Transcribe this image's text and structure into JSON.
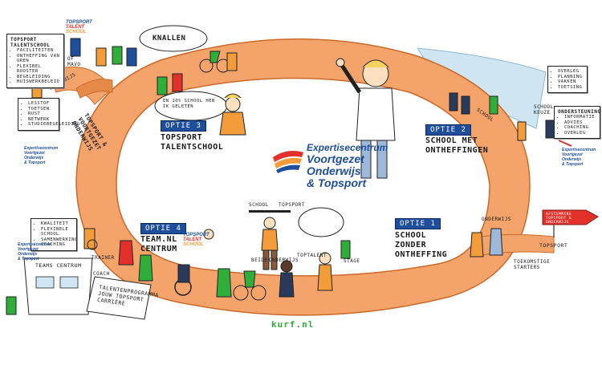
{
  "center_logo": {
    "line1": "Expertisecentrum",
    "line2": "Voortgezet",
    "line3": "Onderwijs",
    "line4": "& Topsport"
  },
  "mini_logo": {
    "line1": "Expertisecentrum",
    "line2": "Voortgezet",
    "line3": "Onderwijs",
    "line4": "& Topsport"
  },
  "topsport_logo": {
    "line1": "TOPSPORT",
    "line2": "TALENT",
    "line3": "SCHOOL"
  },
  "options": {
    "opt1_tag": "Optie 1",
    "opt1_text": "School zonder ontheffing",
    "opt2_tag": "Optie 2",
    "opt2_text": "School met ontheffingen",
    "opt3_tag": "Optie 3",
    "opt3_text": "Topsport talentschool",
    "opt4_tag": "Optie 4",
    "opt4_text": "Team.nl centrum"
  },
  "track_labels": {
    "knallen": "Knallen",
    "speech": "En 10% school heb ik geleten",
    "voortgezet": "Topsport & voortgezet onderwijs",
    "po_mavo": "Of mavo",
    "onderwijs_left": "Onderwijs",
    "school": "School",
    "topsport": "Topsport",
    "beide": "Beide",
    "onderwijs_bottom": "Onderwijs",
    "onderwijs_right": "Onderwijs",
    "topsport_right": "Topsport",
    "sign_right": "Afstemming topsport & onderwijs",
    "toekomst": "Toekomstige starters",
    "school_right": "School",
    "teams_centrum": "Teams centrum",
    "talent_prog": "Talentenprogramma jouw topsport carrière",
    "trainer": "Trainer",
    "coach": "Coach",
    "school_keuze": "School keuze",
    "tt_a": "Toptalent",
    "tt_b": "Stage"
  },
  "notes": {
    "topleft_header": "Topsport talentschool",
    "topleft_items": [
      "Faciliteiten",
      "Ontheffing van uren",
      "Flexibel rooster",
      "Begeleiding",
      "Huiswerkbeleid"
    ],
    "left_items": [
      "Lesstof",
      "Toetsen",
      "Rust",
      "Netwerk",
      "Studiebegeleiding"
    ],
    "lowleft_items": [
      "Kwaliteit",
      "Flexibele school",
      "Samenwerking",
      "Coaching"
    ],
    "right_items": [
      "Overleg",
      "Planning",
      "Vakken",
      "Toetsing"
    ],
    "rightlow_header": "Ondersteuning",
    "rightlow_items": [
      "Informatie",
      "Advies",
      "Coaching",
      "Overleg"
    ]
  },
  "footer": "kurf.nl",
  "colors": {
    "track": "#f4a36b",
    "track_edge": "#e68a4a",
    "blue": "#1f4e9c",
    "red": "#e2312b",
    "water": "#cfe6f2",
    "green": "#2fae3a"
  }
}
